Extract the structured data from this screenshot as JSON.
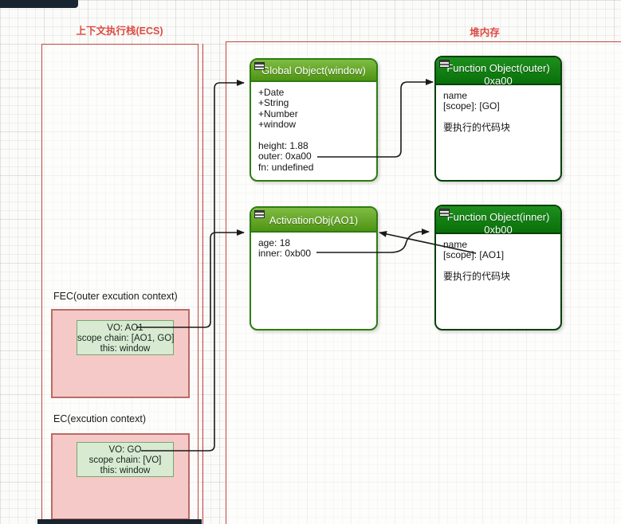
{
  "labels": {
    "stack_title": "上下文执行栈(ECS)",
    "heap_title": "堆内存"
  },
  "stack": {
    "fec": {
      "label": "FEC(outer excution context)",
      "vo": "VO: AO1",
      "scope_chain": "scope chain: [AO1, GO]",
      "this_binding": "this: window"
    },
    "ec": {
      "label": "EC(excution context)",
      "vo": "VO: GO",
      "scope_chain": "scope chain: [VO]",
      "this_binding": "this: window"
    }
  },
  "heap": {
    "global_object": {
      "title": "Global Object(window)",
      "lines": [
        "+Date",
        "+String",
        "+Number",
        "+window",
        "",
        "height: 1.88",
        "outer: 0xa00",
        "fn: undefined"
      ]
    },
    "function_outer": {
      "title": "Function Object(outer)",
      "address": "0xa00",
      "lines": [
        "name",
        "[scope]: [GO]",
        "",
        "要执行的代码块"
      ]
    },
    "activation_obj": {
      "title": "ActivationObj(AO1)",
      "lines": [
        "age: 18",
        "inner: 0xb00"
      ]
    },
    "function_inner": {
      "title": "Function Object(inner)",
      "address": "0xb00",
      "lines": [
        "name",
        "[scope]: [AO1]",
        "",
        "要执行的代码块"
      ]
    }
  },
  "icons": {
    "node_header_icon": "object-icon"
  },
  "colors": {
    "container_border_red": "#c2453e",
    "label_red": "#dd4a42",
    "node_green_light": "#5da317",
    "node_green_dark": "#0d7a0d",
    "stack_pink_fill": "#f5c9c7",
    "stack_pink_border": "#bb6b66",
    "stack_green_fill": "#d9ead3",
    "stack_green_border": "#76a86d",
    "connector_black": "#1a1a1a"
  }
}
